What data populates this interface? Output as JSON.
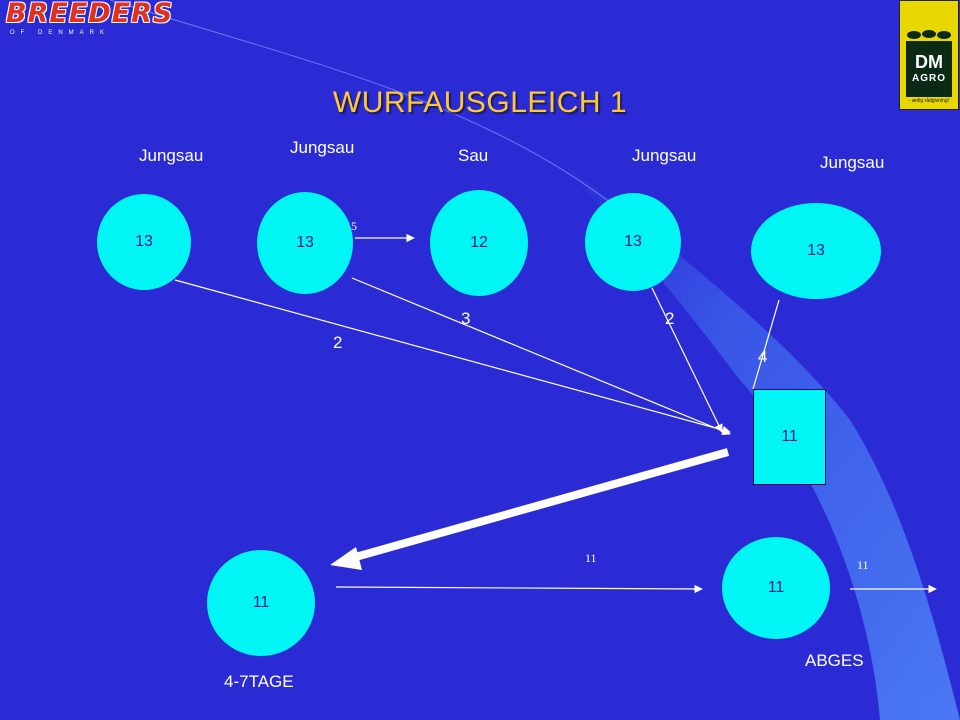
{
  "title": "WURFAUSGLEICH 1",
  "logos": {
    "breeders": "BREEDERS",
    "breeders_sub": "OF DENMARK",
    "dm_line1": "DM",
    "dm_line2": "AGRO",
    "dm_slogan": "- ærlig rådgivning!"
  },
  "top_labels": [
    "Jungsau",
    "Jungsau",
    "Sau",
    "Jungsau",
    "Jungsau"
  ],
  "nodes": {
    "n1": "13",
    "n2": "13",
    "n3": "12",
    "n4": "13",
    "n5": "13",
    "box": "11",
    "bottom_left": "11",
    "bottom_right": "11"
  },
  "transfer_counts": {
    "n1_to_box": "2",
    "n2_to_box": "3",
    "n4_to_box": "2",
    "n5_to_box": "4",
    "n2_to_n3": "5",
    "bottom_left_to_right": "11",
    "bottom_right_out": "11"
  },
  "bottom_labels": {
    "left": "4-7TAGE",
    "right": "ABGES"
  },
  "colors": {
    "background": "#2b2bd6",
    "node_fill": "#00f5f5",
    "title": "#ffc830"
  }
}
